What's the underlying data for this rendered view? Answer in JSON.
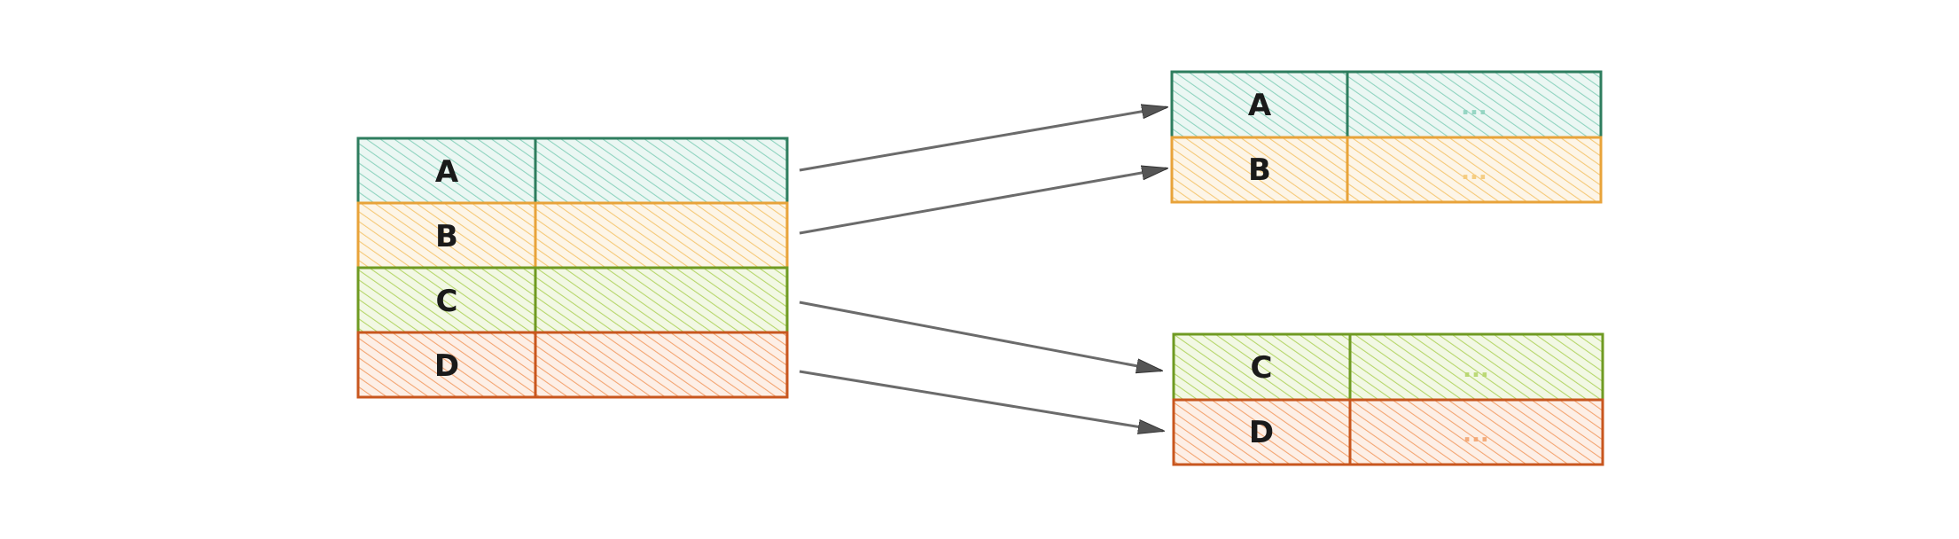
{
  "source_table": {
    "rows": [
      {
        "key": "A",
        "fill": "#8fd3bf",
        "stroke": "#2e7d5e"
      },
      {
        "key": "B",
        "fill": "#f5c978",
        "stroke": "#e8a33a"
      },
      {
        "key": "C",
        "fill": "#b6d66b",
        "stroke": "#6f9a22"
      },
      {
        "key": "D",
        "fill": "#f3a572",
        "stroke": "#c8561e"
      }
    ]
  },
  "partitions": [
    {
      "rows": [
        {
          "key": "A",
          "value": "...",
          "fill": "#8fd3bf",
          "stroke": "#2e7d5e"
        },
        {
          "key": "B",
          "value": "...",
          "fill": "#f5c978",
          "stroke": "#e8a33a"
        }
      ]
    },
    {
      "rows": [
        {
          "key": "C",
          "value": "...",
          "fill": "#b6d66b",
          "stroke": "#6f9a22"
        },
        {
          "key": "D",
          "value": "...",
          "fill": "#f3a572",
          "stroke": "#c8561e"
        }
      ]
    }
  ],
  "arrow_color": "#6b6b6b"
}
